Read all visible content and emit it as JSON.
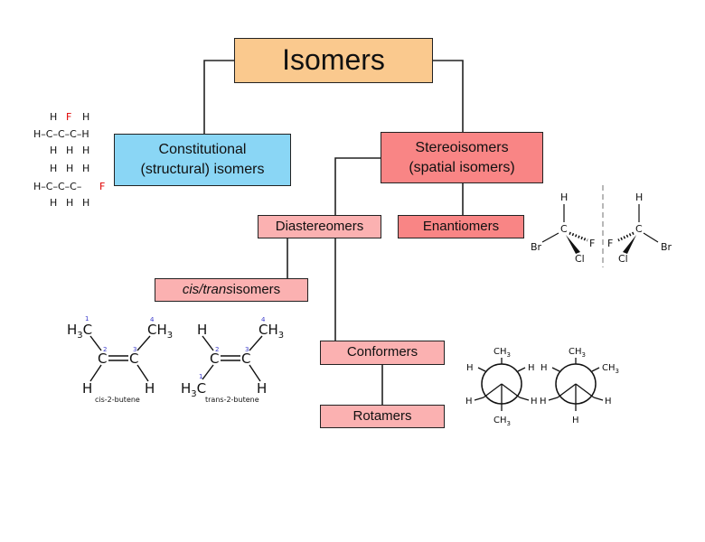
{
  "nodes": {
    "isomers": "Isomers",
    "constitutional_line1": "Constitutional",
    "constitutional_line2": "(structural) isomers",
    "stereo_line1": "Stereoisomers",
    "stereo_line2": "(spatial isomers)",
    "diastereomers": "Diastereomers",
    "enantiomers": "Enantiomers",
    "cistrans_italic": "cis/trans",
    "cistrans_rest": "isomers",
    "conformers": "Conformers",
    "rotamers": "Rotamers"
  },
  "molecules": {
    "cis_caption": "cis-2-butene",
    "trans_caption": "trans-2-butene",
    "atoms": {
      "H": "H",
      "C": "C",
      "F": "F",
      "Cl": "Cl",
      "Br": "Br",
      "CH3": "CH3",
      "H3C": "H3C"
    }
  },
  "colors": {
    "isomers": "#fac98e",
    "constitutional": "#8ad6f5",
    "stereo": "#f98585",
    "sub": "#fbb1b1",
    "fluorine": "#e00000",
    "locant": "#3a3acb"
  }
}
